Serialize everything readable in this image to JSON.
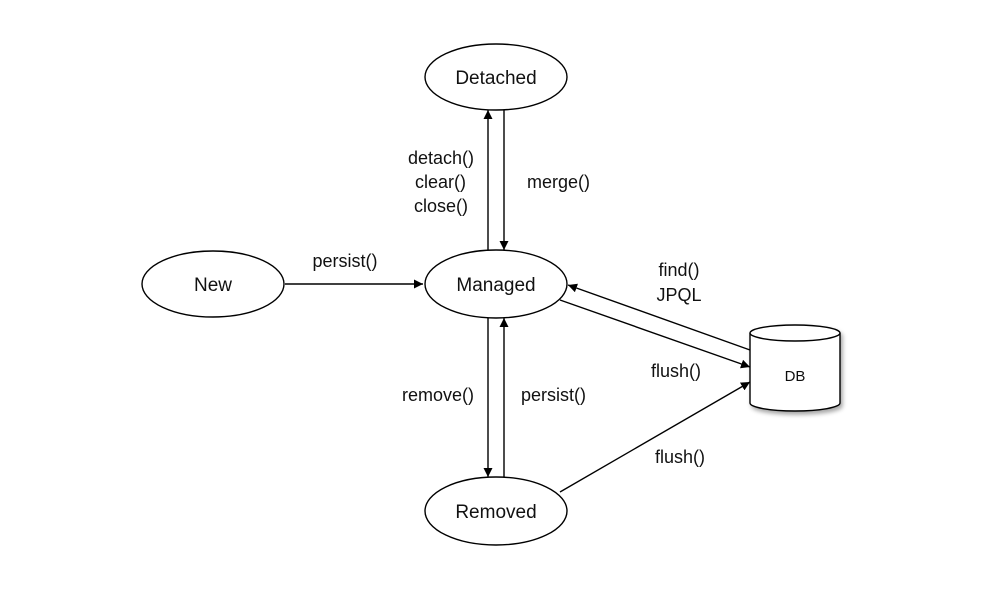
{
  "nodes": {
    "new": "New",
    "managed": "Managed",
    "detached": "Detached",
    "removed": "Removed",
    "db": "DB"
  },
  "edges": {
    "new_to_managed": [
      "persist()"
    ],
    "managed_to_detached": [
      "detach()",
      "clear()",
      "close()"
    ],
    "detached_to_managed": [
      "merge()"
    ],
    "managed_to_removed": [
      "remove()"
    ],
    "removed_to_managed": [
      "persist()"
    ],
    "db_to_managed": [
      "find()",
      "JPQL"
    ],
    "managed_to_db": [
      "flush()"
    ],
    "removed_to_db": [
      "flush()"
    ]
  },
  "colors": {
    "stroke": "#000000",
    "background": "#ffffff",
    "text": "#111111"
  }
}
